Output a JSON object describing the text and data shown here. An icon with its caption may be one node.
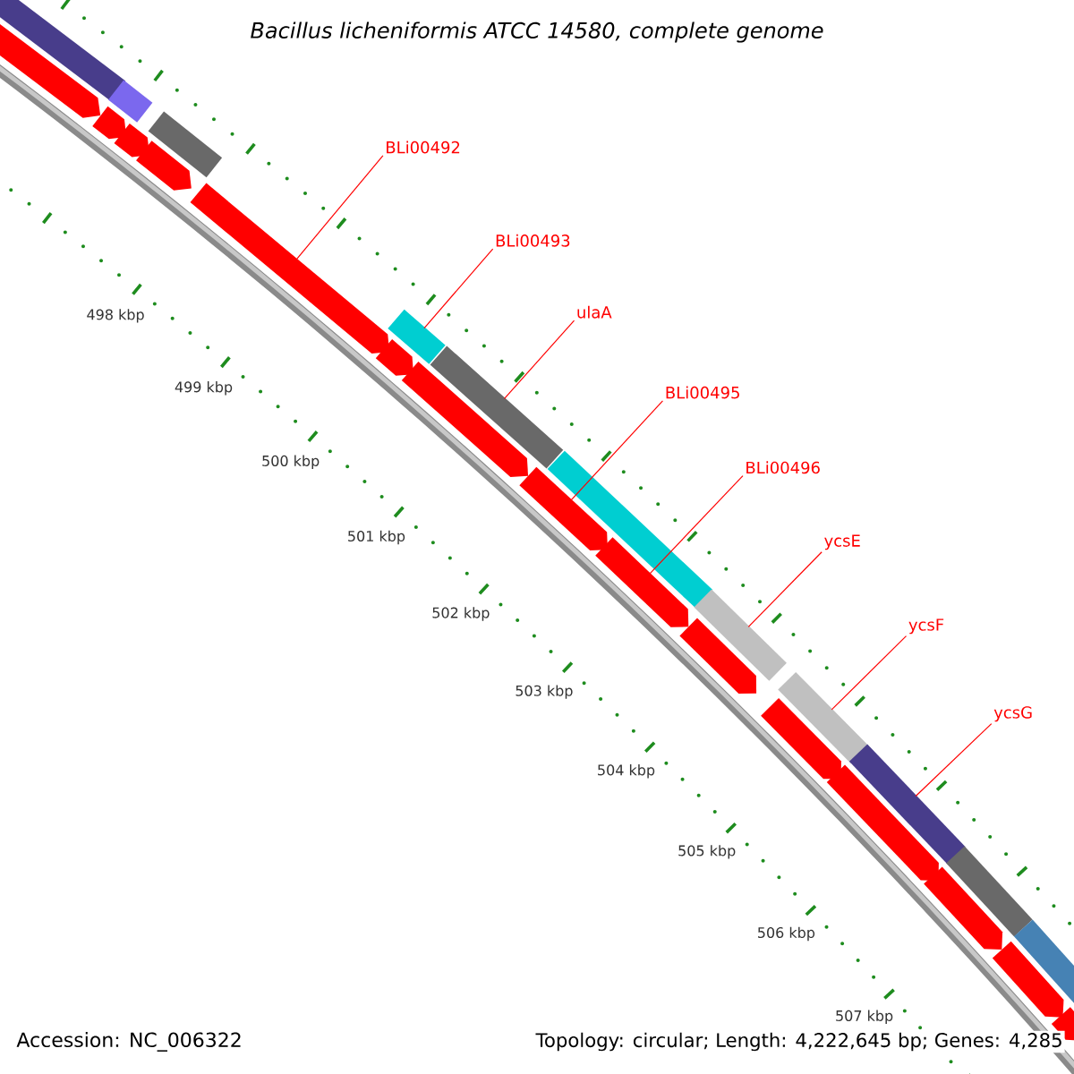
{
  "diagram": {
    "title": "Bacillus licheniformis ATCC 14580, complete genome",
    "nodes": [
      {
        "text": [
          "BLi00492"
        ]
      },
      {
        "text": [
          "BLi00493"
        ]
      },
      {
        "text": [
          "ulaA"
        ]
      },
      {
        "text": [
          "BLi00495"
        ]
      },
      {
        "text": [
          "BLi00496"
        ]
      },
      {
        "text": [
          "ycsE"
        ]
      },
      {
        "text": [
          "ycsF"
        ]
      },
      {
        "text": [
          "ycsG"
        ]
      },
      {
        "text": [],
        "shape": "bar"
      },
      {
        "text": [],
        "shape": "bar"
      },
      {
        "text": [],
        "shape": "bar"
      },
      {
        "text": [],
        "shape": "bar"
      },
      {
        "text": [],
        "shape": "bar"
      },
      {
        "text": [],
        "shape": "bar"
      },
      {
        "text": [],
        "shape": "bar"
      },
      {
        "text": [],
        "shape": "bar"
      },
      {
        "text": [],
        "shape": "bar"
      },
      {
        "text": [],
        "shape": "bar"
      },
      {
        "text": [],
        "shape": "bar"
      },
      {
        "text": [],
        "shape": "arrow"
      },
      {
        "text": [],
        "shape": "arrow"
      },
      {
        "text": [],
        "shape": "arrow"
      },
      {
        "text": [],
        "shape": "arrow"
      },
      {
        "text": [],
        "shape": "arrow"
      },
      {
        "text": [],
        "shape": "arrow"
      },
      {
        "text": [],
        "shape": "arrow"
      },
      {
        "text": [],
        "shape": "arrow"
      },
      {
        "text": [],
        "shape": "arrow"
      },
      {
        "text": [],
        "shape": "arrow"
      },
      {
        "text": [],
        "shape": "arrow"
      },
      {
        "text": [],
        "shape": "arrow"
      },
      {
        "text": [],
        "shape": "arrow"
      },
      {
        "text": [],
        "shape": "arrow"
      },
      {
        "text": [],
        "shape": "arrow"
      }
    ],
    "edges": [
      {
        "from": 0,
        "to": 23,
        "arrow": "none"
      },
      {
        "from": 1,
        "to": 11,
        "arrow": "none"
      },
      {
        "from": 2,
        "to": 12,
        "arrow": "none"
      },
      {
        "from": 3,
        "to": 26,
        "arrow": "none"
      },
      {
        "from": 4,
        "to": 27,
        "arrow": "none"
      },
      {
        "from": 5,
        "to": 14,
        "arrow": "none"
      },
      {
        "from": 6,
        "to": 15,
        "arrow": "none"
      },
      {
        "from": 7,
        "to": 16,
        "arrow": "none"
      }
    ],
    "labels": [
      "498 kbp",
      "499 kbp",
      "500 kbp",
      "501 kbp",
      "502 kbp",
      "503 kbp",
      "504 kbp",
      "505 kbp",
      "506 kbp",
      "507 kbp",
      "Accession: NC_006322",
      "Topology: circular; Length: 4,222,645 bp; Genes: 4,285"
    ]
  }
}
